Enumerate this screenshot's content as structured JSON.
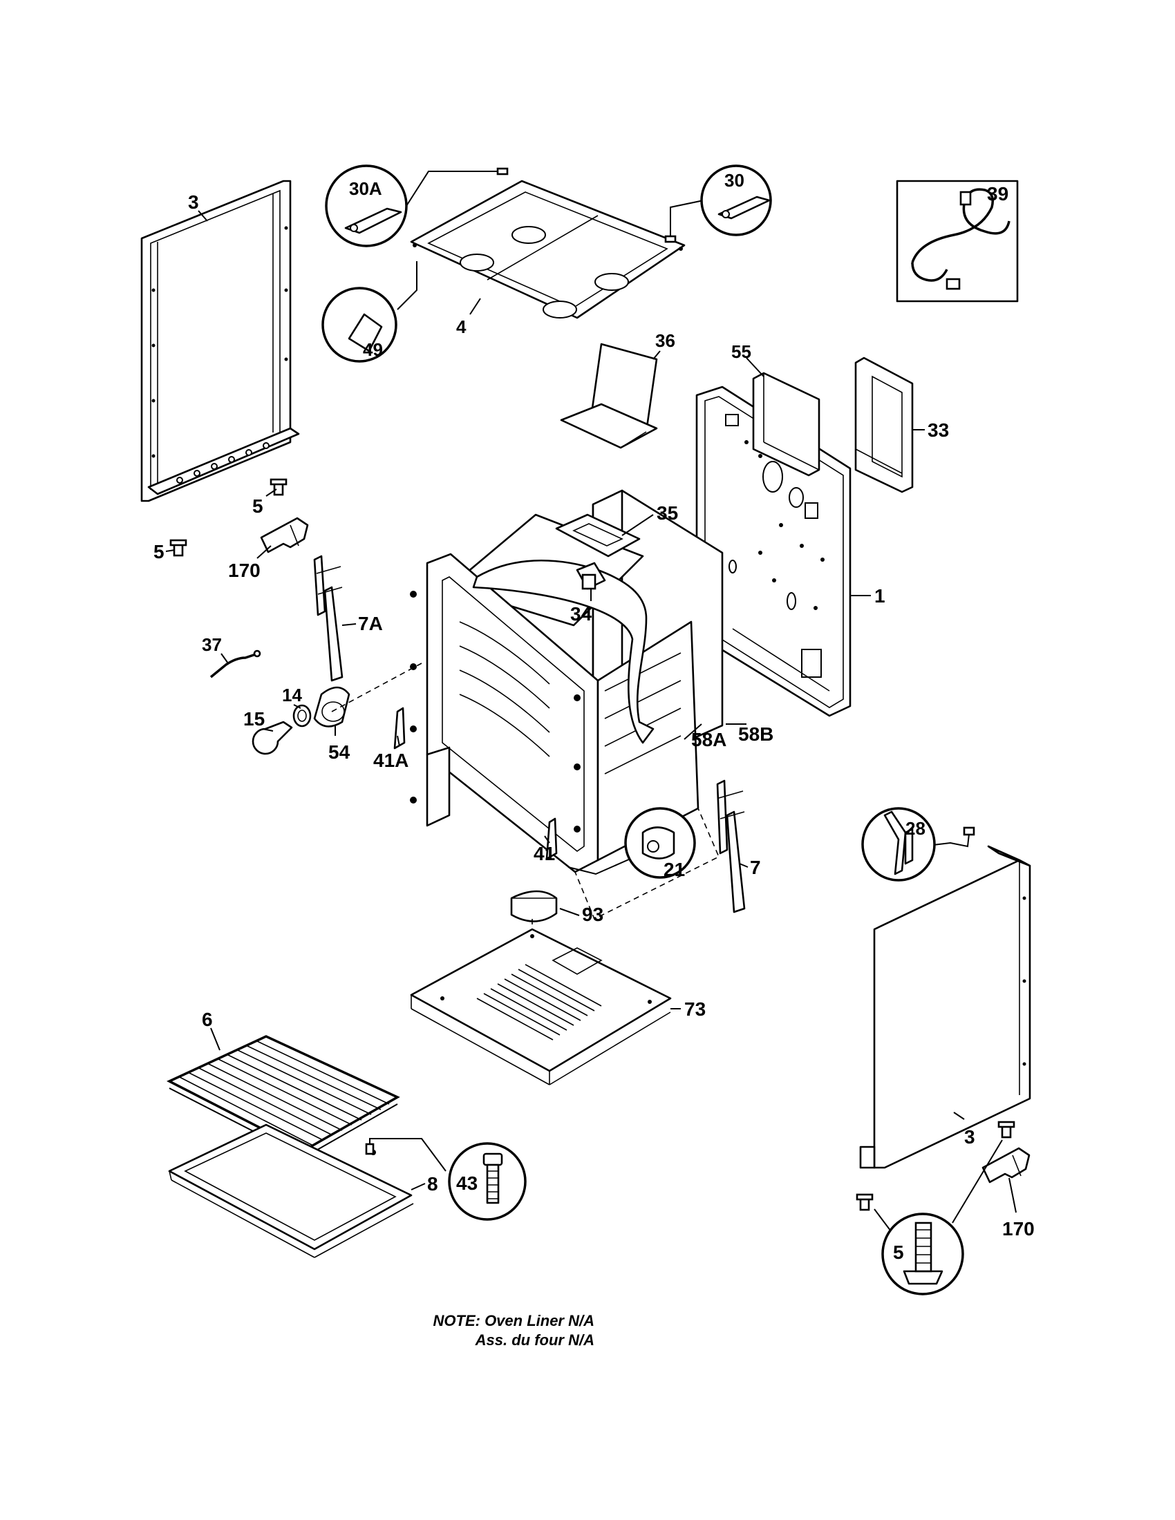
{
  "labels": {
    "p3_left": "3",
    "p30a": "30A",
    "p30": "30",
    "p39": "39",
    "p49": "49",
    "p4": "4",
    "p36": "36",
    "p55": "55",
    "p33": "33",
    "p5_a": "5",
    "p5_b": "5",
    "p170_left": "170",
    "p35": "35",
    "p34": "34",
    "p1": "1",
    "p7a": "7A",
    "p37": "37",
    "p14": "14",
    "p15": "15",
    "p54": "54",
    "p41a": "41A",
    "p58a": "58A",
    "p58b": "58B",
    "p41": "41",
    "p21": "21",
    "p7": "7",
    "p28": "28",
    "p93": "93",
    "p73": "73",
    "p6": "6",
    "p3_right": "3",
    "p43": "43",
    "p8": "8",
    "p170_right": "170",
    "p5_c": "5"
  },
  "note": {
    "line1": "NOTE: Oven Liner N/A",
    "line2": "Ass. du four N/A"
  }
}
